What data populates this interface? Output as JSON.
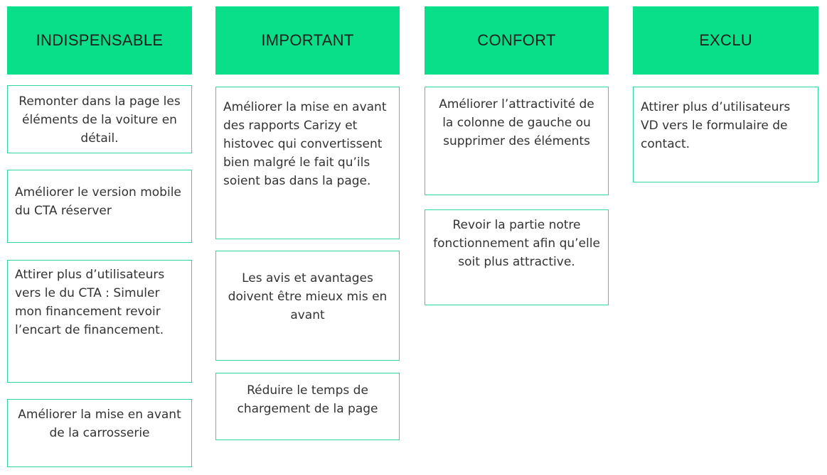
{
  "columns": [
    {
      "title": "INDISPENSABLE",
      "cards": [
        "Remonter dans la page les éléments de la voiture en détail.",
        "Améliorer le version mobile du CTA réserver",
        "Attirer plus d’utilisateurs vers le  du CTA : Simuler mon financement revoir l’encart de financement.",
        "Améliorer la mise en avant de la carrosserie"
      ]
    },
    {
      "title": "IMPORTANT",
      "cards": [
        "Améliorer la mise en avant des rapports Carizy et histovec qui convertissent bien malgré le fait qu’ils soient bas dans la page.",
        "Les avis et avantages doivent être mieux mis en avant",
        "Réduire le temps de chargement de la page"
      ]
    },
    {
      "title": "CONFORT",
      "cards": [
        "Améliorer l’attractivité de la colonne de gauche ou supprimer des éléments",
        "Revoir la partie notre fonctionnement afin qu’elle soit plus attractive."
      ]
    },
    {
      "title": "EXCLU",
      "cards": [
        "Attirer plus d’utilisateurs VD vers le formulaire de contact."
      ]
    }
  ],
  "colors": {
    "header_bg": "#08df88",
    "card_border": "#2fd79a"
  }
}
